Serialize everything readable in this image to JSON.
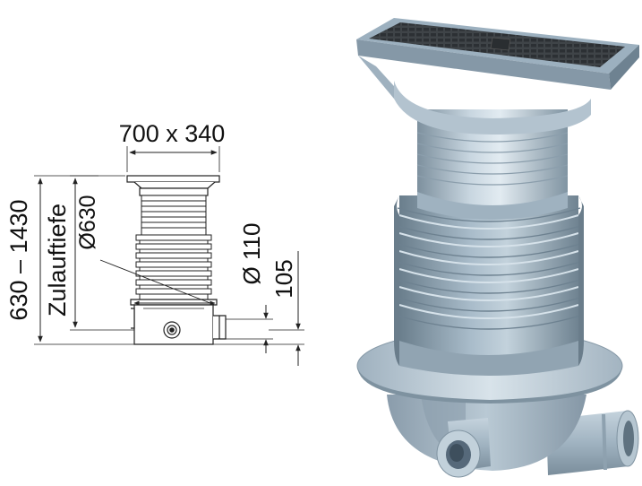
{
  "drawing": {
    "width_label": "700 x 340",
    "height_label": "630 – 1430",
    "inlet_depth_label": "Zulauftiefe",
    "diameter_label": "Ø630",
    "pipe_label": "Ø 110",
    "offset_label": "105"
  },
  "colors": {
    "line": "#222222",
    "body_light": "#c4d2dc",
    "body_mid": "#9fb2c0",
    "body_dark": "#6f8594",
    "grate": "#3d4246"
  }
}
